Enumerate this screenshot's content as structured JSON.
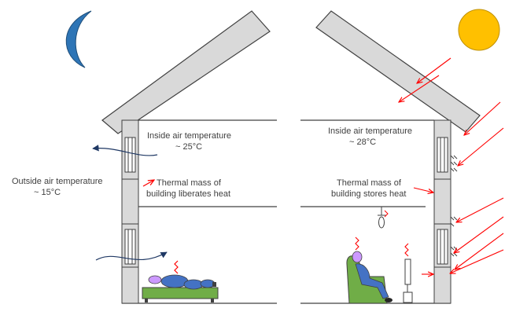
{
  "night": {
    "inside_temp_label": "Inside air temperature",
    "inside_temp_value": "~ 25°C",
    "outside_temp_label": "Outside air temperature",
    "outside_temp_value": "~ 15°C",
    "mass_line1": "Thermal mass of",
    "mass_line2": "building liberates heat",
    "sky_icon": "crescent-moon-icon"
  },
  "day": {
    "inside_temp_label": "Inside air temperature",
    "inside_temp_value": "~ 28°C",
    "mass_line1": "Thermal mass of",
    "mass_line2": "building stores heat",
    "sky_icon": "sun-icon"
  },
  "colors": {
    "wall_fill": "#d9d9d9",
    "outline": "#404040",
    "moon": "#2e75b6",
    "sun": "#ffc000",
    "heat_arrow": "#ff0000",
    "air_flow": "#1f3864",
    "person": "#4472c4",
    "head": "#cc99ff",
    "furniture": "#70ad47"
  }
}
